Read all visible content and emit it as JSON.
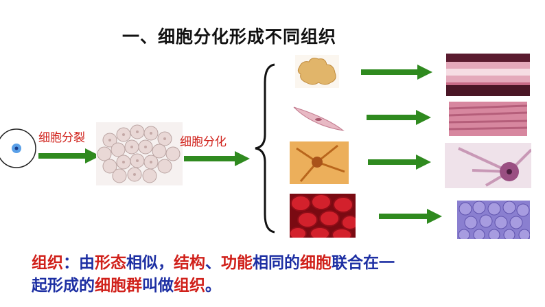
{
  "title": "一、细胞分化形成不同组织",
  "labels": {
    "division": "细胞分裂",
    "differentiation": "细胞分化"
  },
  "definition": {
    "line1": [
      {
        "text": "组织",
        "color": "red"
      },
      {
        "text": "：由",
        "color": "blue"
      },
      {
        "text": "形态",
        "color": "red"
      },
      {
        "text": "相似，",
        "color": "blue"
      },
      {
        "text": "结构",
        "color": "red"
      },
      {
        "text": "、",
        "color": "blue"
      },
      {
        "text": "功能",
        "color": "red"
      },
      {
        "text": "相同的",
        "color": "blue"
      },
      {
        "text": "细胞",
        "color": "red"
      },
      {
        "text": "联合在一",
        "color": "blue"
      }
    ],
    "line2": [
      {
        "text": "起形成的",
        "color": "blue"
      },
      {
        "text": "细胞群",
        "color": "red"
      },
      {
        "text": "叫做",
        "color": "blue"
      },
      {
        "text": "组织",
        "color": "red"
      },
      {
        "text": "。",
        "color": "blue"
      }
    ]
  },
  "colors": {
    "arrow": "#2f8a1f",
    "red_text": "#d0201a",
    "blue_text": "#1d2fa3"
  }
}
